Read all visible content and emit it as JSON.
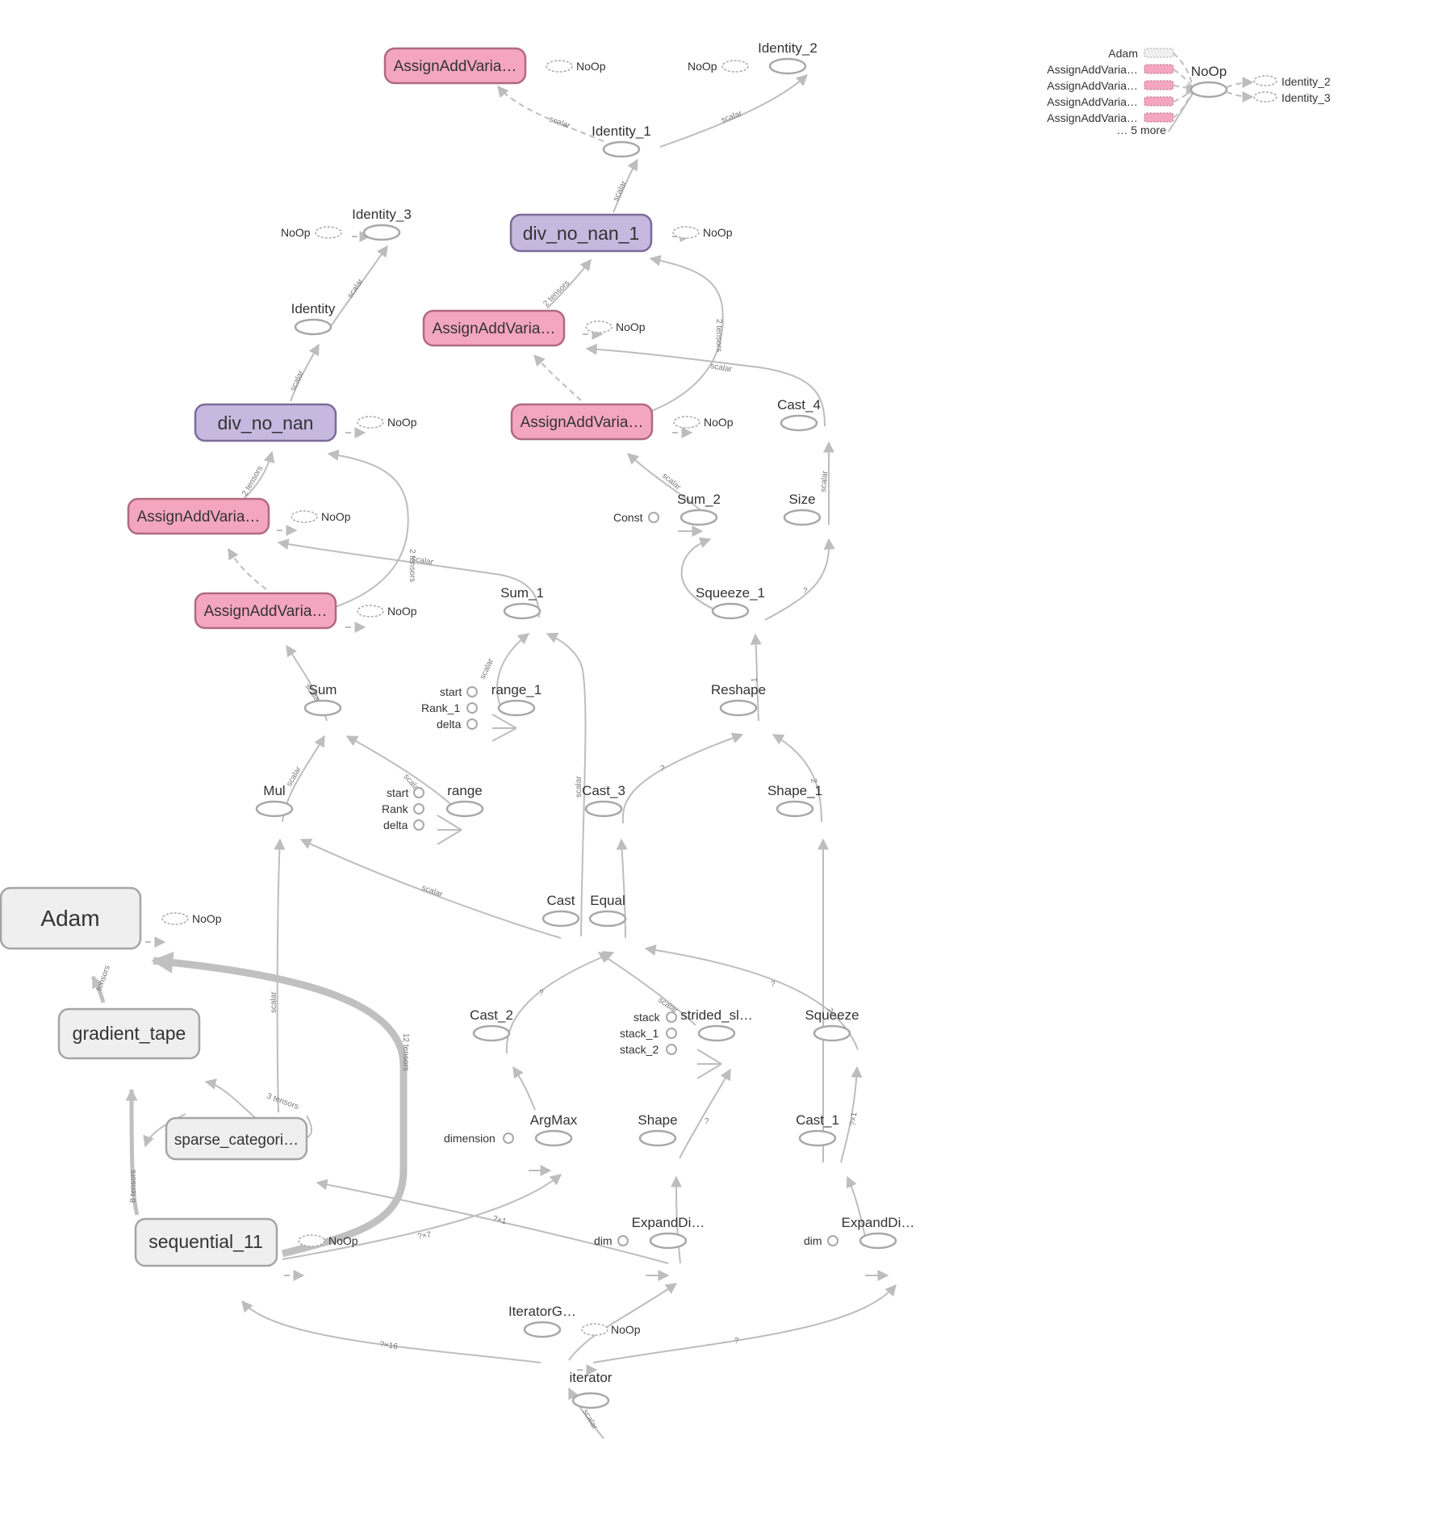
{
  "nodes": {
    "assign_add_top": "AssignAddVaria…",
    "noop_top_a": "NoOp",
    "noop_top_b": "NoOp",
    "identity_2": "Identity_2",
    "identity_1": "Identity_1",
    "div_no_nan_1": "div_no_nan_1",
    "noop_dnn1": "NoOp",
    "identity_3": "Identity_3",
    "noop_id3": "NoOp",
    "identity": "Identity",
    "assign_add_mid1": "AssignAddVaria…",
    "noop_mid1": "NoOp",
    "div_no_nan": "div_no_nan",
    "noop_dnn": "NoOp",
    "assign_add_mid2": "AssignAddVaria…",
    "noop_mid2": "NoOp",
    "cast_4": "Cast_4",
    "assign_add_left1": "AssignAddVaria…",
    "noop_left1": "NoOp",
    "sum_2": "Sum_2",
    "size": "Size",
    "const": "Const",
    "assign_add_left2": "AssignAddVaria…",
    "noop_left2": "NoOp",
    "sum_1": "Sum_1",
    "squeeze_1": "Squeeze_1",
    "sum": "Sum",
    "start_1": "start",
    "rank_1": "Rank_1",
    "delta_1": "delta",
    "range_1": "range_1",
    "reshape": "Reshape",
    "mul": "Mul",
    "start": "start",
    "rank": "Rank",
    "delta": "delta",
    "range": "range",
    "cast_3": "Cast_3",
    "shape_1": "Shape_1",
    "adam": "Adam",
    "noop_adam": "NoOp",
    "cast": "Cast",
    "equal": "Equal",
    "gradient_tape": "gradient_tape",
    "cast_2": "Cast_2",
    "stack": "stack",
    "stack_1": "stack_1",
    "stack_2": "stack_2",
    "strided_slice": "strided_sl…",
    "squeeze": "Squeeze",
    "sparse_cat": "sparse_categori…",
    "argmax": "ArgMax",
    "dimension": "dimension",
    "shape": "Shape",
    "cast_1": "Cast_1",
    "sequential_11": "sequential_11",
    "noop_seq": "NoOp",
    "expand_dims_a": "ExpandDi…",
    "dim_a": "dim",
    "expand_dims_b": "ExpandDi…",
    "dim_b": "dim",
    "iterator_getnext": "IteratorG…",
    "noop_iter": "NoOp",
    "iterator": "iterator"
  },
  "edge_labels": {
    "scalar": "scalar",
    "two_tensors": "2 tensors",
    "question": "?",
    "q_x7": "?×7",
    "q_x1": "?×1",
    "q_x16": "?×16",
    "twelve_tensors": "12 tensors",
    "eight_tensors": "8 tensors",
    "three_tensors": "3 tensors",
    "one": "1",
    "two": "2",
    "tensors": "tensors"
  },
  "legend": {
    "inputs": [
      "Adam",
      "AssignAddVaria…",
      "AssignAddVaria…",
      "AssignAddVaria…",
      "AssignAddVaria…"
    ],
    "more": "… 5 more",
    "center": "NoOp",
    "outputs": [
      "Identity_2",
      "Identity_3"
    ]
  },
  "colors": {
    "assign_add_fill": "#f4a6c0",
    "div_no_nan_fill": "#c7b8e0",
    "meta_node_fill": "#efefef",
    "edge": "#bdbdbd"
  }
}
